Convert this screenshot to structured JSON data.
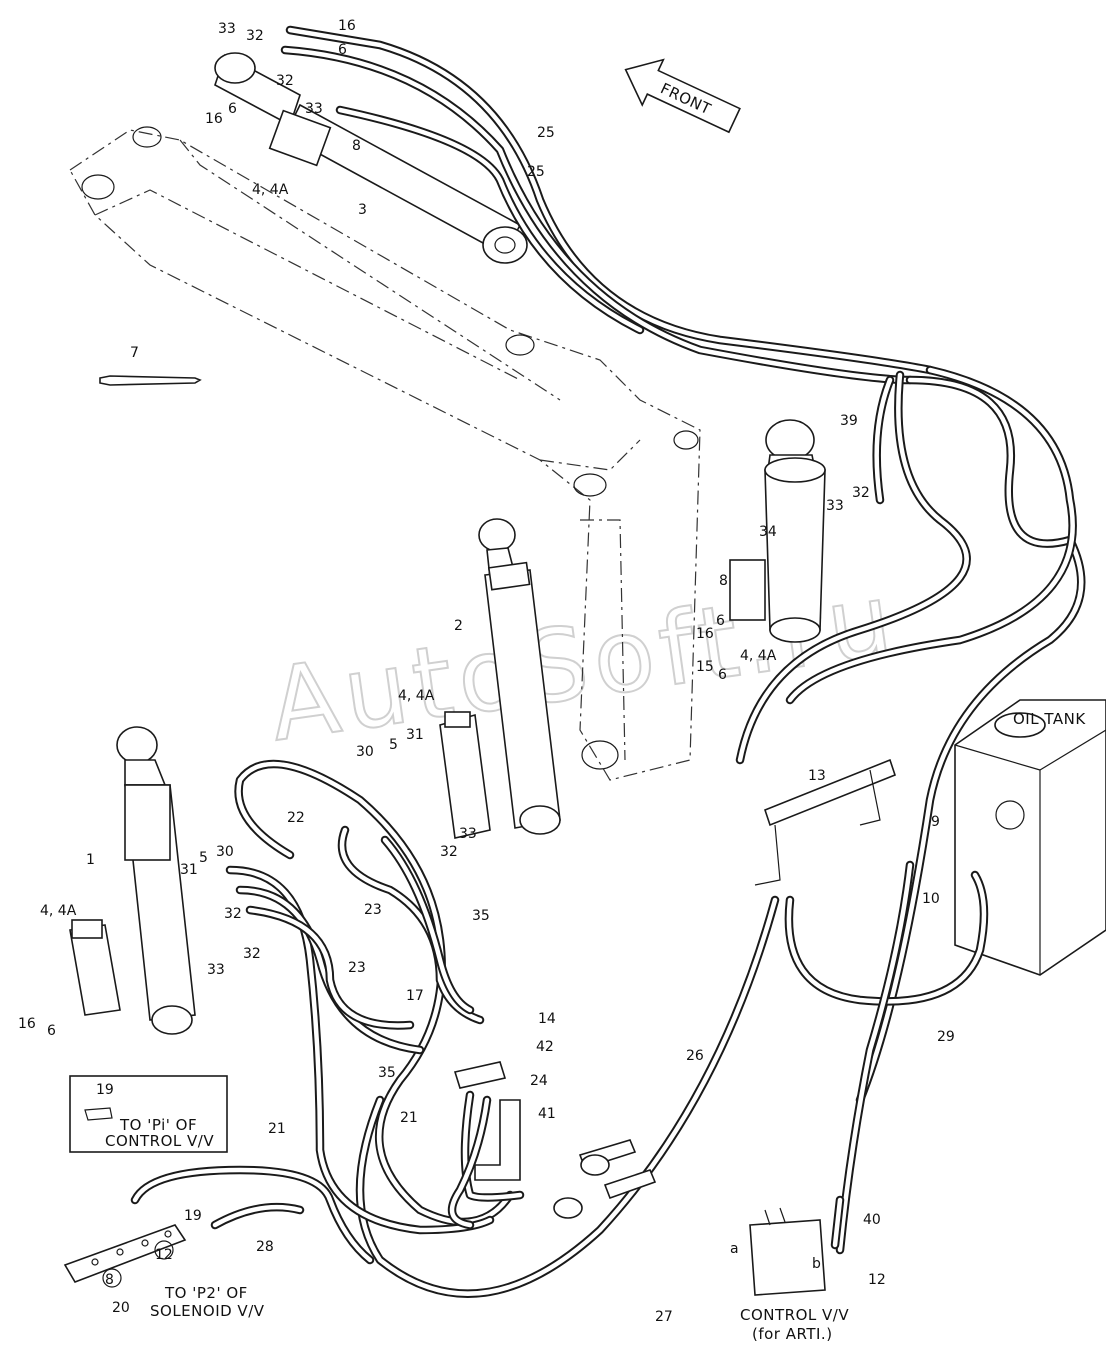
{
  "watermark": "AutoSoft.ru",
  "labels": {
    "front": "FRONT",
    "oil_tank": "OIL TANK",
    "to_pi_line1": "TO 'Pi' OF",
    "to_pi_line2": "CONTROL V/V",
    "to_p2_line1": "TO 'P2' OF",
    "to_p2_line2": "SOLENOID V/V",
    "control_vv_line1": "CONTROL V/V",
    "control_vv_line2": "(for ARTI.)",
    "port_a": "a",
    "port_b": "b"
  },
  "callouts": [
    "33",
    "32",
    "16",
    "6",
    "32",
    "33",
    "16",
    "6",
    "8",
    "4, 4A",
    "3",
    "25",
    "25",
    "7",
    "39",
    "32",
    "33",
    "34",
    "8",
    "16",
    "6",
    "15",
    "6",
    "4, 4A",
    "2",
    "4, 4A",
    "31",
    "5",
    "30",
    "22",
    "13",
    "33",
    "32",
    "1",
    "31",
    "5",
    "30",
    "32",
    "33",
    "32",
    "4, 4A",
    "16",
    "6",
    "23",
    "35",
    "23",
    "17",
    "14",
    "42",
    "24",
    "35",
    "41",
    "21",
    "21",
    "26",
    "9",
    "10",
    "29",
    "19",
    "28",
    "19",
    "12",
    "8",
    "20",
    "27",
    "40",
    "12"
  ]
}
